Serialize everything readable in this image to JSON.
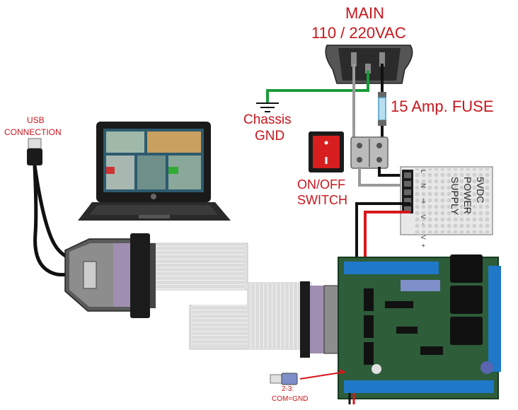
{
  "labels": {
    "main": "MAIN",
    "voltage": "110 / 220VAC",
    "fuse": "15 Amp. FUSE",
    "chassis": "Chassis",
    "gnd": "GND",
    "usb_line1": "USB",
    "usb_line2": "CONNECTION",
    "switch_line1": "ON/OFF",
    "switch_line2": "SWITCH",
    "psu_line1": "5VDC",
    "psu_line2": "POWER",
    "psu_line3": "SUPPLY",
    "psu_pins": "L N ⏚ V- V+",
    "jumper_line1": "2-3:",
    "jumper_line2": "COM=GND"
  },
  "colors": {
    "label_red": "#c8161d",
    "wire_green": "#1a9a3a",
    "wire_black": "#111111",
    "wire_gray": "#9a9a9a",
    "wire_red": "#d8161d",
    "pcb_green": "#2e5d3a",
    "terminal_blue": "#1f78c8",
    "switch_red": "#d81f1f"
  },
  "icons": [
    "ac-inlet-icon",
    "fuse-icon",
    "ground-symbol-icon",
    "rocker-switch-icon",
    "laptop-icon",
    "usb-plug-icon",
    "db25-connector-icon",
    "ribbon-cable-icon",
    "breakout-board-icon",
    "power-supply-icon",
    "jumper-icon"
  ]
}
